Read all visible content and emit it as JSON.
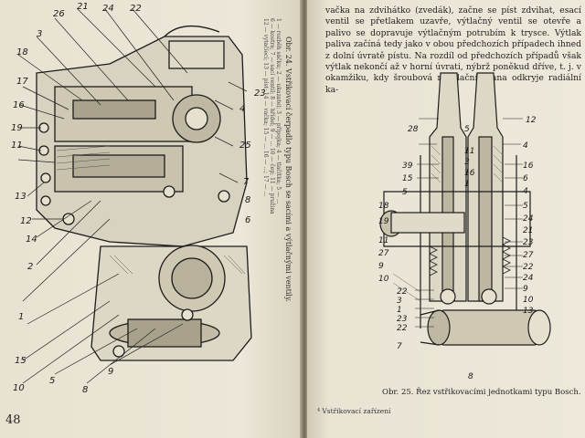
{
  "left_page": {
    "page_number": "48",
    "figure_caption": "Obr. 24. Vstřikovací čerpadlo typu Bosch se sacími a výtlačnými ventily.",
    "legend_lines": [
      "1 — rozběh sáčku; 2 — ukazatel; 3 — přípojka; 4 — tlačítka; 5 — ...",
      "6 — kostra; 7 — sací ventil; 8 — hřídel; 9 — ... 10 — čep; 11 — pružina",
      "12 — vytačíecí; 13 — píst; 14 — vačka; 15 — ... 16 — ...; 17 — ..."
    ],
    "callouts": [
      "26",
      "21",
      "24",
      "22",
      "3",
      "18",
      "17",
      "23",
      "16",
      "19",
      "11",
      "4",
      "25",
      "7",
      "8",
      "6",
      "13",
      "12",
      "14",
      "2",
      "1",
      "15",
      "10",
      "5",
      "8",
      "9"
    ]
  },
  "right_page": {
    "paragraph": "vačka na zdvihátko (zvedák), začne se píst zdvihat, esací ventil se přetlakem uzavře, výtlačný ventil se otevře a palivo se dopravuje výtlačným potrubím k trysce. Výtlak paliva začíná tedy jako v obou předchozích případech ihned z dolní úvratě pístu. Na rozdíl od předchozích případů však výtlak nekončí až v horní úvrati, nýbrž poněkud dříve, t. j. v okamžiku, kdy šroubová regulační hrana odkryje radiální ka-",
    "figure_caption": "Obr. 25. Řez vstřikovacími jednotkami typu Bosch.",
    "footnote": "⁴ Vstřikovací zařízení",
    "callouts": [
      "28",
      "5",
      "12",
      "11",
      "4",
      "16",
      "39",
      "3",
      "16",
      "1",
      "15",
      "5",
      "6",
      "4",
      "5",
      "24",
      "18",
      "19",
      "21",
      "23",
      "27",
      "22",
      "24",
      "9",
      "10",
      "13",
      "22",
      "3",
      "1",
      "23",
      "22",
      "11",
      "27",
      "9",
      "10",
      "7",
      "8"
    ]
  }
}
